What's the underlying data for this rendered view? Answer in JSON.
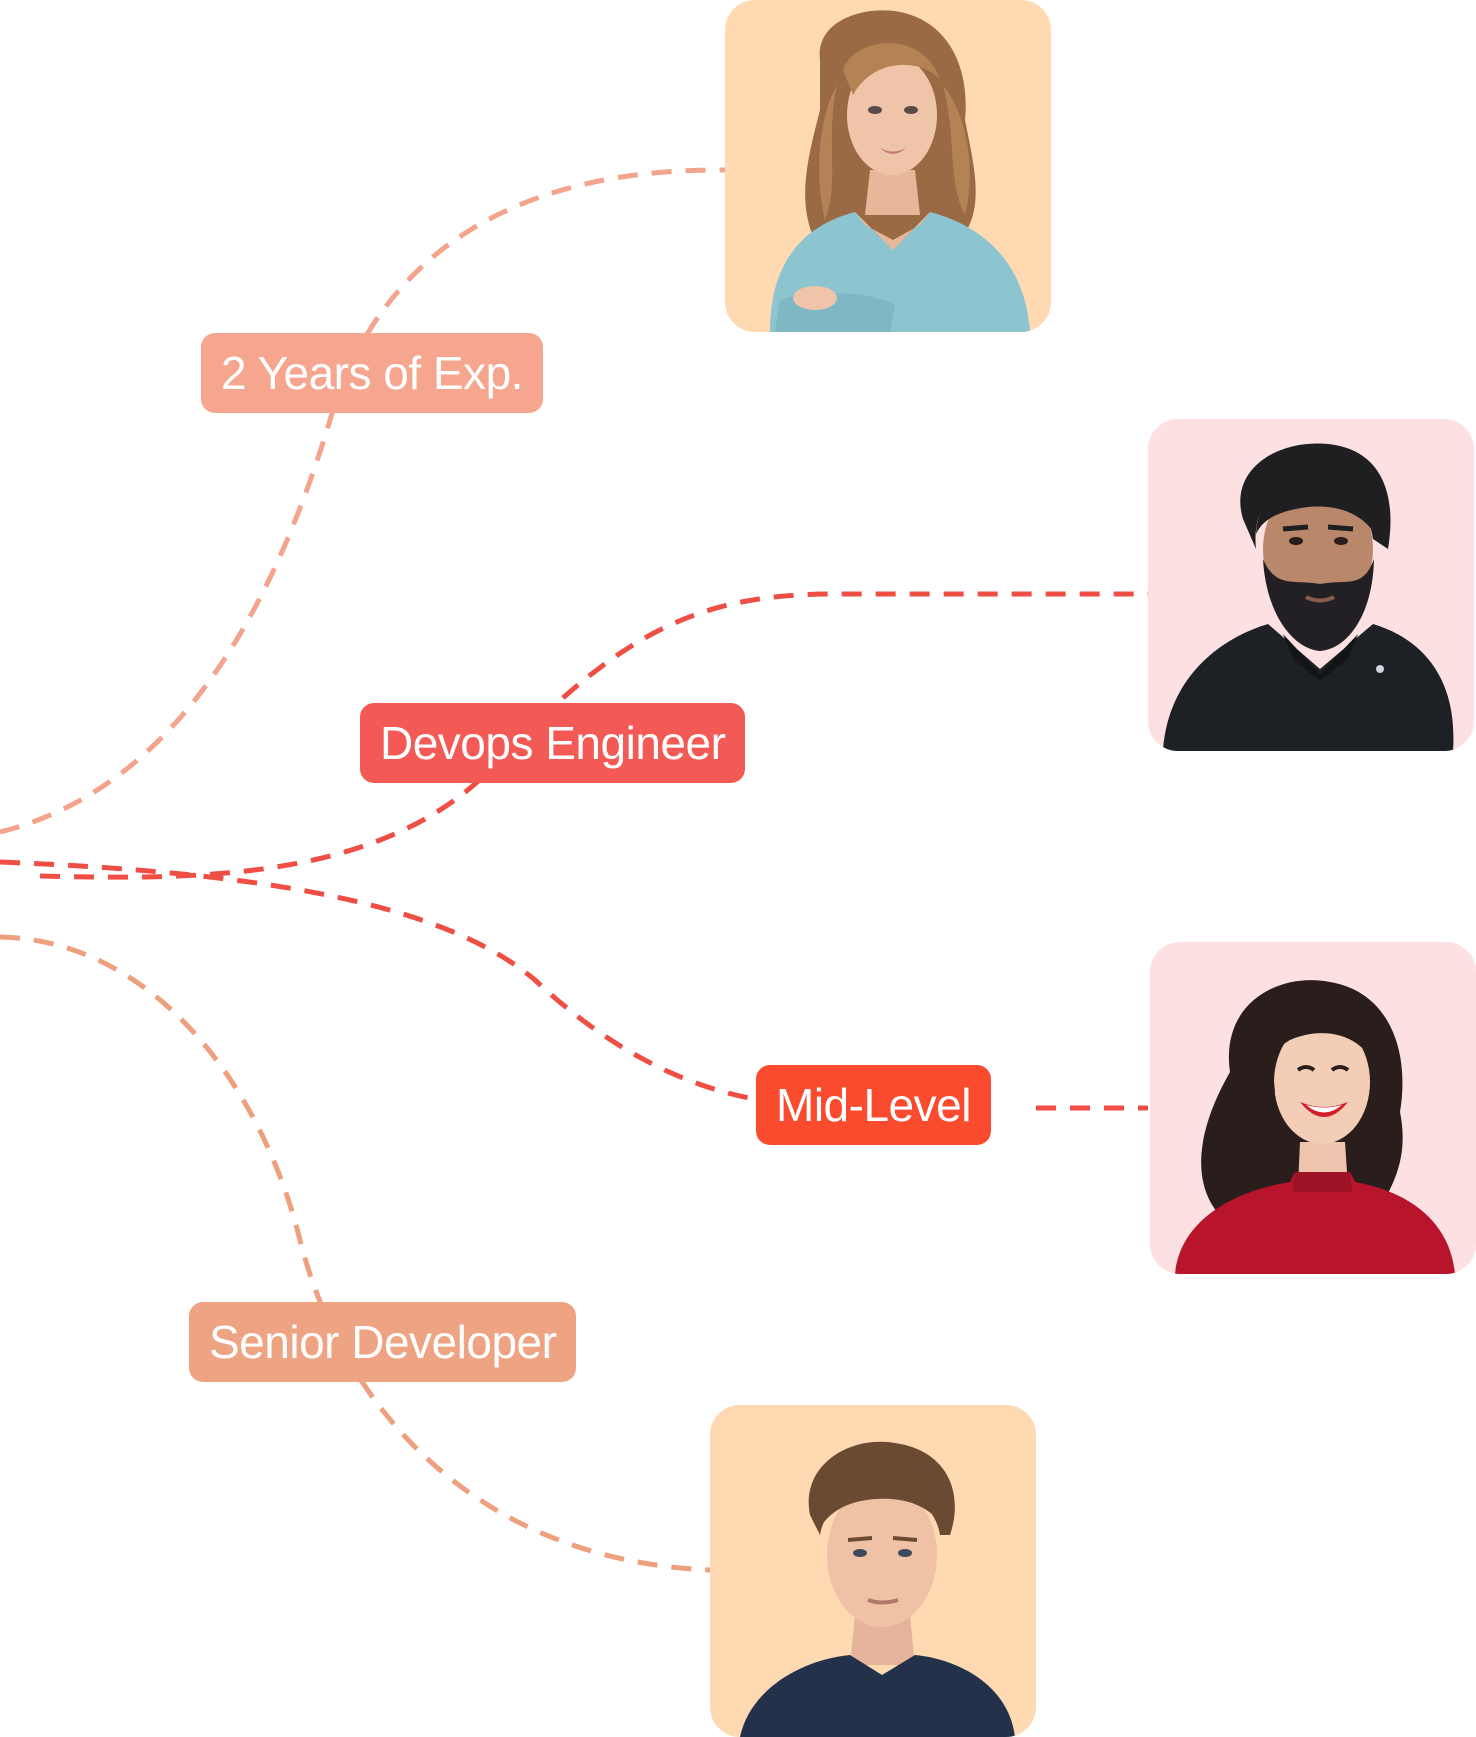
{
  "colors": {
    "peach_line": "#f4a48c",
    "red_line": "#ef4e45",
    "orange_line": "#ee9f7e",
    "tag_peach": "#f6a68e",
    "tag_red": "#f45a55",
    "tag_orange_red": "#fb4b2f",
    "tag_orange": "#eea383",
    "card_peach": "#ffd9b2",
    "card_pink": "#fde1e2"
  },
  "tags": {
    "experience": "2 Years of Exp.",
    "devops": "Devops Engineer",
    "mid_level": "Mid-Level",
    "senior": "Senior Developer"
  },
  "avatars": [
    {
      "icon": "woman-portrait-icon",
      "background": "#ffd9b2"
    },
    {
      "icon": "bearded-man-portrait-icon",
      "background": "#fde1e2"
    },
    {
      "icon": "smiling-woman-portrait-icon",
      "background": "#fde1e2"
    },
    {
      "icon": "young-man-portrait-icon",
      "background": "#ffd9b2"
    }
  ]
}
